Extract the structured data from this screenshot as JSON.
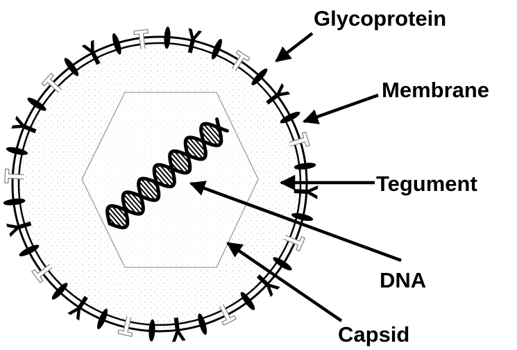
{
  "diagram": {
    "labels": {
      "glycoprotein": "Glycoprotein",
      "membrane": "Membrane",
      "tegument": "Tegument",
      "dna": "DNA",
      "capsid": "Capsid"
    }
  }
}
